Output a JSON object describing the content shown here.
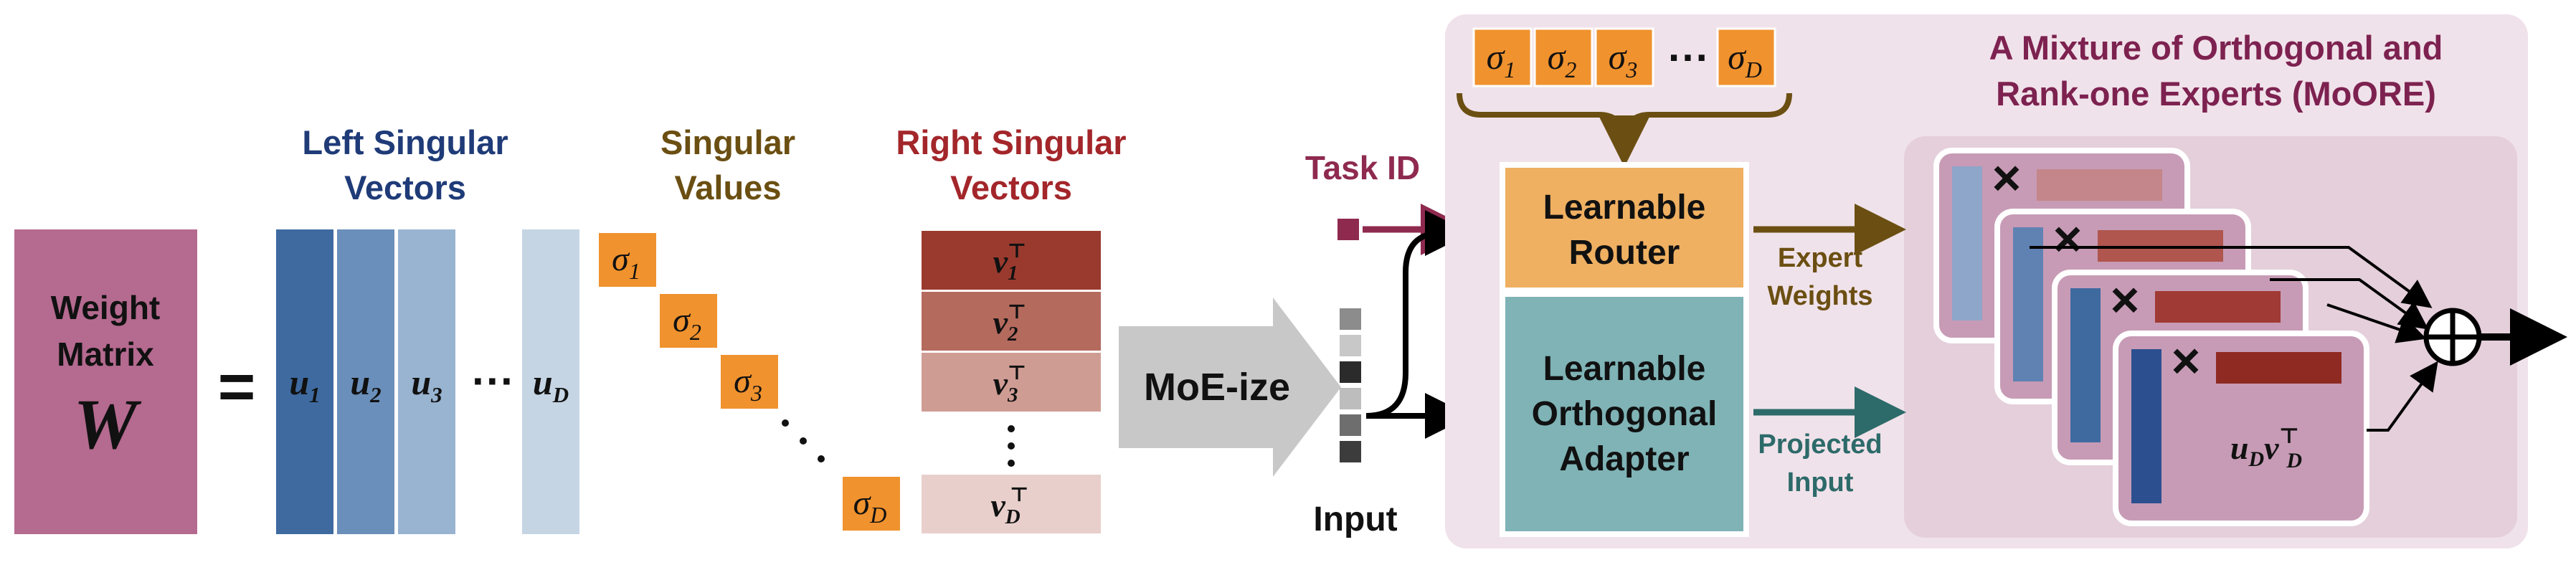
{
  "weight_matrix": {
    "line1": "Weight",
    "line2": "Matrix",
    "symbol": "W",
    "color": "#b56a8f"
  },
  "equals": "=",
  "left_vectors": {
    "title1": "Left Singular",
    "title2": "Vectors",
    "title_color": "#1f3b78",
    "labels": [
      "u",
      "u",
      "u",
      "u"
    ],
    "subs": [
      "1",
      "2",
      "3",
      "D"
    ],
    "colors": [
      "#3e6aa0",
      "#6a8fba",
      "#98b4d1",
      "#c5d5e4"
    ],
    "dots": "···"
  },
  "singular_values": {
    "title1": "Singular",
    "title2": "Values",
    "title_color": "#6b4f12",
    "symbol": "σ",
    "subs": [
      "1",
      "2",
      "3",
      "D"
    ],
    "color": "#f0922e"
  },
  "right_vectors": {
    "title1": "Right Singular",
    "title2": "Vectors",
    "title_color": "#a3262a",
    "symbol": "v",
    "subs": [
      "1",
      "2",
      "3",
      "D"
    ],
    "sup": "⊤",
    "colors": [
      "#9a3a2e",
      "#b56a5e",
      "#cf9c94",
      "#e8cfcb"
    ]
  },
  "moe_arrow": {
    "label": "MoE-ize",
    "color": "#c8c8c8"
  },
  "task_id": {
    "label": "Task ID",
    "color": "#8f2a4f"
  },
  "input": {
    "label": "Input"
  },
  "sigma_bar": {
    "symbol": "σ",
    "subs": [
      "1",
      "2",
      "3",
      "D"
    ],
    "dots": "···",
    "brace_color": "#6b4f12"
  },
  "router": {
    "line1": "Learnable",
    "line2": "Router",
    "color": "#efb062"
  },
  "adapter": {
    "line1": "Learnable",
    "line2": "Orthogonal",
    "line3": "Adapter",
    "color": "#7fb3b6"
  },
  "expert_weights": {
    "line1": "Expert",
    "line2": "Weights",
    "color": "#6b4f12"
  },
  "projected_input": {
    "line1": "Projected",
    "line2": "Input",
    "color": "#2d6a6a"
  },
  "moore": {
    "title1": "A Mixture of Orthogonal and",
    "title2": "Rank-one Experts (MoORE)",
    "title_color": "#7d2250",
    "panel_color": "#f0e2ea",
    "inner_color": "#e4cfdb"
  },
  "experts": {
    "times": "×",
    "bar_colors": [
      "#8ea6c9",
      "#5f82b3",
      "#3e6aa0",
      "#2b4f8f"
    ],
    "row_colors": [
      "#c4868a",
      "#b0564e",
      "#a03a34",
      "#8f2a22"
    ],
    "label_u": "u",
    "label_v": "v",
    "sub": "D",
    "sup": "⊤"
  },
  "sum_symbol": "⊕"
}
